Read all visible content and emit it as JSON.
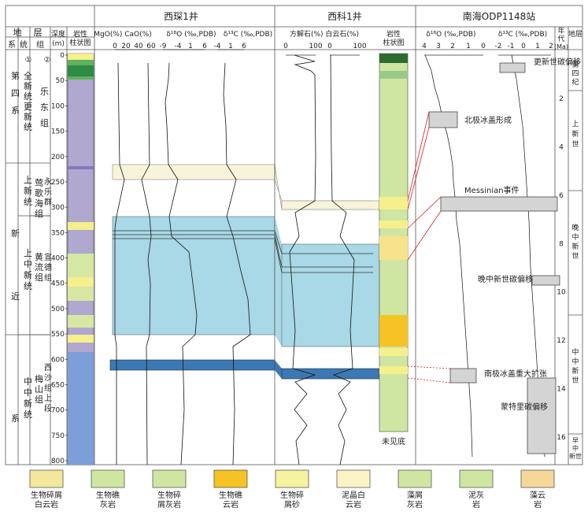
{
  "title_xichen1": "西琛1井",
  "title_xike1": "西科1井",
  "title_odp": "南海ODP1148站",
  "headers": {
    "strat": "地",
    "strat2": "层",
    "system": "系",
    "series": "统",
    "group": "组",
    "depth": "深度",
    "depth_unit": "(m)",
    "lith1": "岩性",
    "lith2": "柱状图",
    "mgo_cao": "MgO(%) CaO(%)",
    "d18o": "δ¹⁸O (‰,PDB)",
    "d13c": "δ¹³C (‰,PDB)",
    "calcite_dolomite": "方解石(%) 白云石(%)",
    "odp_d18o": "δ¹⁸O (‰,PDB)",
    "odp_d13c": "δ¹³C (‰,PDB)",
    "age1": "年",
    "age2": "代",
    "age3": "(Ma)",
    "strat_right1": "地层"
  },
  "circle_labels": [
    "①",
    "②"
  ],
  "axis_ticks": {
    "mgo": [
      "0",
      "20",
      "40",
      "60"
    ],
    "d18o": [
      "-9",
      "-4",
      "1",
      "6"
    ],
    "d13c": [
      "-4",
      "1",
      "6"
    ],
    "calcite": [
      "0",
      "100"
    ],
    "dolomite": [
      "0",
      "100"
    ],
    "odp_d18o": [
      "4",
      "3",
      "2",
      "1",
      "0"
    ],
    "odp_d13c": [
      "-2",
      "-1",
      "0",
      "1",
      "2"
    ]
  },
  "depth_ticks": [
    "0",
    "50",
    "100",
    "150",
    "200",
    "250",
    "300",
    "350",
    "400",
    "450",
    "500",
    "550",
    "600",
    "650",
    "700",
    "750",
    "800"
  ],
  "age_ticks": [
    "2",
    "4",
    "6",
    "8",
    "10",
    "12",
    "14",
    "16"
  ],
  "systems": [
    "第四系",
    "新近系"
  ],
  "series": [
    "全新统更新统",
    "上新统",
    "上中新统",
    "中中新统"
  ],
  "groups": [
    "乐东组",
    "莺歌海组",
    "黄流组",
    "梅山组"
  ],
  "sub_groups": [
    "永乐群",
    "宣德组",
    "西沙组上段"
  ],
  "right_epochs": [
    "第四纪",
    "上新世",
    "晚中新世",
    "中中新世",
    "早中新世"
  ],
  "annotations": {
    "pleistocene_shift": "更新世碳偏移",
    "arctic": "北极冰盖形成",
    "messinian": "Messinian事件",
    "late_miocene_shift": "晚中新世碳偏移",
    "antarctic": "南极冰盖重大扩张",
    "monterey": "蒙特里碳偏移",
    "not_bottom": "未见底"
  },
  "legend": [
    {
      "label": "生物碎屑白云岩",
      "color": "#f2e79a"
    },
    {
      "label": "生物礁灰岩",
      "color": "#cfe6a3"
    },
    {
      "label": "生物碎屑灰岩",
      "color": "#cfe6a3"
    },
    {
      "label": "生物礁云岩",
      "color": "#f5c324"
    },
    {
      "label": "生物碎屑砂",
      "color": "#f5f2a0"
    },
    {
      "label": "泥晶白云岩",
      "color": "#fbf3c4"
    },
    {
      "label": "藻屑灰岩",
      "color": "#cfe6a3"
    },
    {
      "label": "泥灰岩",
      "color": "#cfe6a3"
    },
    {
      "label": "藻云岩",
      "color": "#f6d79a"
    }
  ],
  "colors": {
    "band_light": "#f7f4d9",
    "band_blue": "#a9d8e6",
    "band_dark": "#3c78b4",
    "band_gray": "#d4d4d4",
    "grid": "#555555"
  }
}
